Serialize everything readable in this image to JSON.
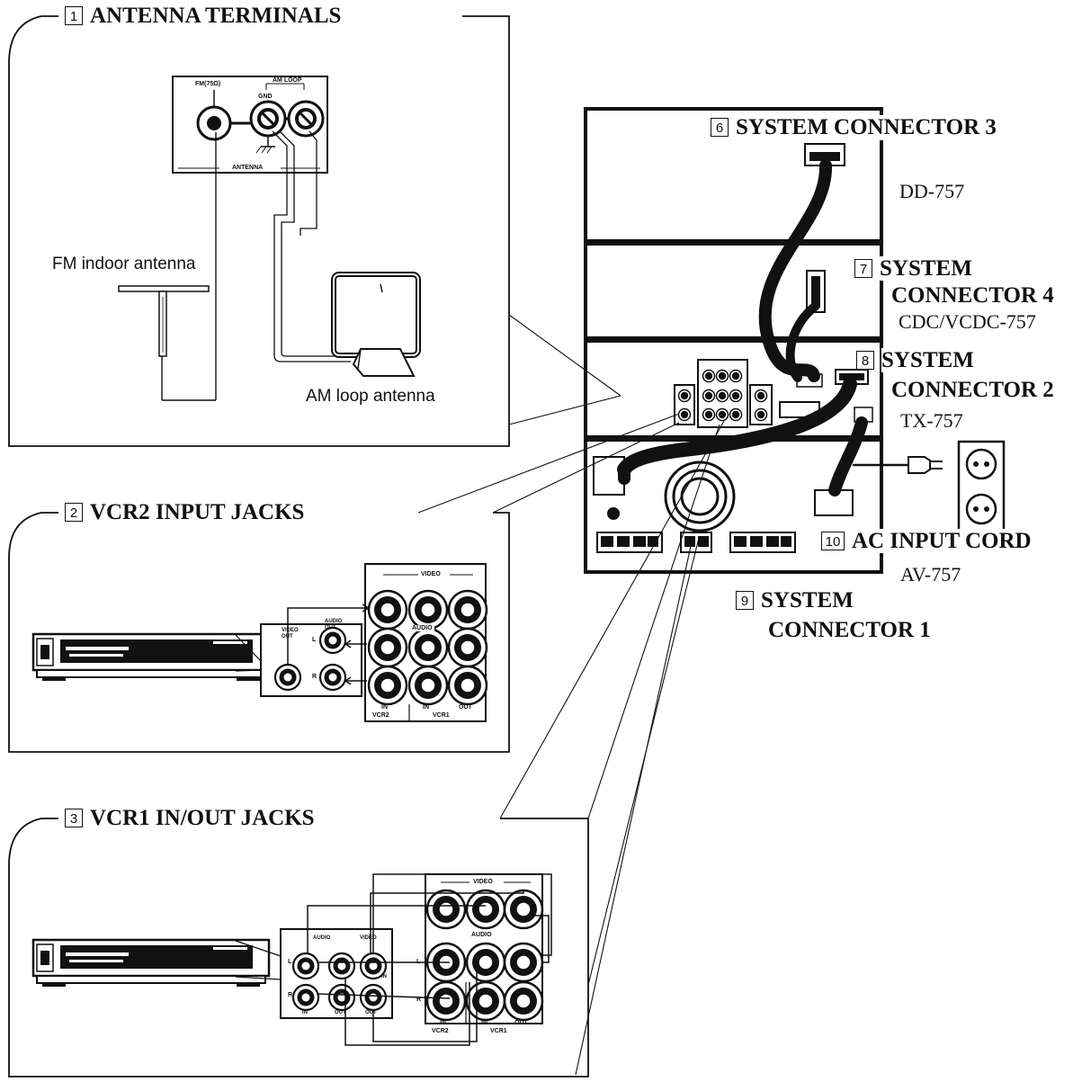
{
  "callouts": {
    "antenna": {
      "number": "1",
      "title": "ANTENNA TERMINALS"
    },
    "vcr2": {
      "number": "2",
      "title": "VCR2 INPUT JACKS"
    },
    "vcr1": {
      "number": "3",
      "title": "VCR1 IN/OUT JACKS"
    }
  },
  "antenna_panel": {
    "fm_label": "FM(75Ω)",
    "am_loop_label": "AM LOOP",
    "gnd_label": "GND",
    "antenna_label": "ANTENNA",
    "fm_antenna_label": "FM indoor antenna",
    "am_antenna_label": "AM loop antenna"
  },
  "vcr2_panel": {
    "video_label": "VIDEO",
    "audio_label": "AUDIO",
    "in_label": "IN",
    "in2_label": "IN",
    "out_label": "OUT",
    "vcr2_label": "VCR2",
    "vcr1_label": "VCR1",
    "deck_video_out": "VIDEO OUT",
    "deck_audio_out": "AUDIO OUT",
    "l_label": "L",
    "r_label": "R"
  },
  "vcr1_panel": {
    "video_label": "VIDEO",
    "audio_label": "AUDIO",
    "in_label": "IN",
    "in2_label": "IN",
    "out_label": "OUT",
    "vcr2_label": "VCR2",
    "vcr1_label": "VCR1",
    "deck_audio": "AUDIO",
    "deck_video": "VIDEO",
    "deck_in": "IN",
    "deck_out": "OUT",
    "deck_in2": "IN",
    "deck_out2": "OUT",
    "l_label": "L",
    "r_label": "R"
  },
  "system": {
    "sc3": {
      "number": "6",
      "label": "SYSTEM CONNECTOR 3"
    },
    "sc4": {
      "number": "7",
      "label_line1": "SYSTEM",
      "label_line2": "CONNECTOR 4"
    },
    "sc2": {
      "number": "8",
      "label_line1": "SYSTEM",
      "label_line2": "CONNECTOR 2"
    },
    "sc1": {
      "number": "9",
      "label_line1": "SYSTEM",
      "label_line2": "CONNECTOR 1"
    },
    "ac": {
      "number": "10",
      "label": "AC INPUT CORD"
    },
    "models": {
      "dd": "DD-757",
      "cdc": "CDC/VCDC-757",
      "tx": "TX-757",
      "av": "AV-757"
    }
  },
  "colors": {
    "ink": "#111111",
    "paper": "#ffffff",
    "grey": "#bbbbbb"
  }
}
